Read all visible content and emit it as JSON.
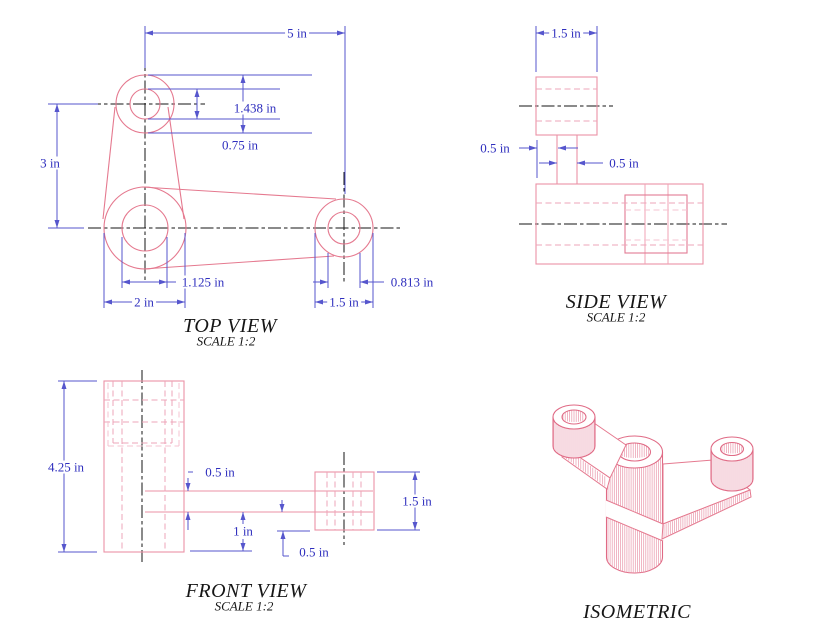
{
  "drawing": {
    "sheet": "multiview engineering drawing of a rocker-arm style part",
    "colors": {
      "part_line": "#e5798f",
      "part_line_light": "#f0a3b5",
      "hidden_line": "#eea4b8",
      "hidden_line_light": "#f6c3d0",
      "hatch": "#e998ab",
      "centerline": "#141414",
      "dim_line": "#5656cd",
      "dim_text": "#2f2fbe"
    },
    "views": {
      "top": {
        "title": "TOP VIEW",
        "scale_note": "SCALE 1:2",
        "dims": {
          "overall_width": "5 in",
          "boss_outer_dia": "1.438 in",
          "boss_hole_dia": "0.75 in",
          "boss_spacing": "3 in",
          "hub_hole_dia": "1.125 in",
          "hub_outer_dia": "2 in",
          "arm_boss_outer_dia": "1.5 in",
          "arm_boss_hole_dia": "0.813 in"
        }
      },
      "side": {
        "title": "SIDE VIEW",
        "scale_note": "SCALE 1:2",
        "dims": {
          "boss_width": "1.5 in",
          "web_offset": "0.5 in",
          "web_width": "0.5 in"
        }
      },
      "front": {
        "title": "FRONT VIEW",
        "scale_note": "SCALE 1:2",
        "dims": {
          "overall_height": "4.25 in",
          "arm_thickness": "0.5 in",
          "base_height": "1 in",
          "arm_offset": "0.5 in",
          "boss_height": "1.5 in"
        }
      },
      "isometric": {
        "title": "ISOMETRIC"
      }
    }
  }
}
